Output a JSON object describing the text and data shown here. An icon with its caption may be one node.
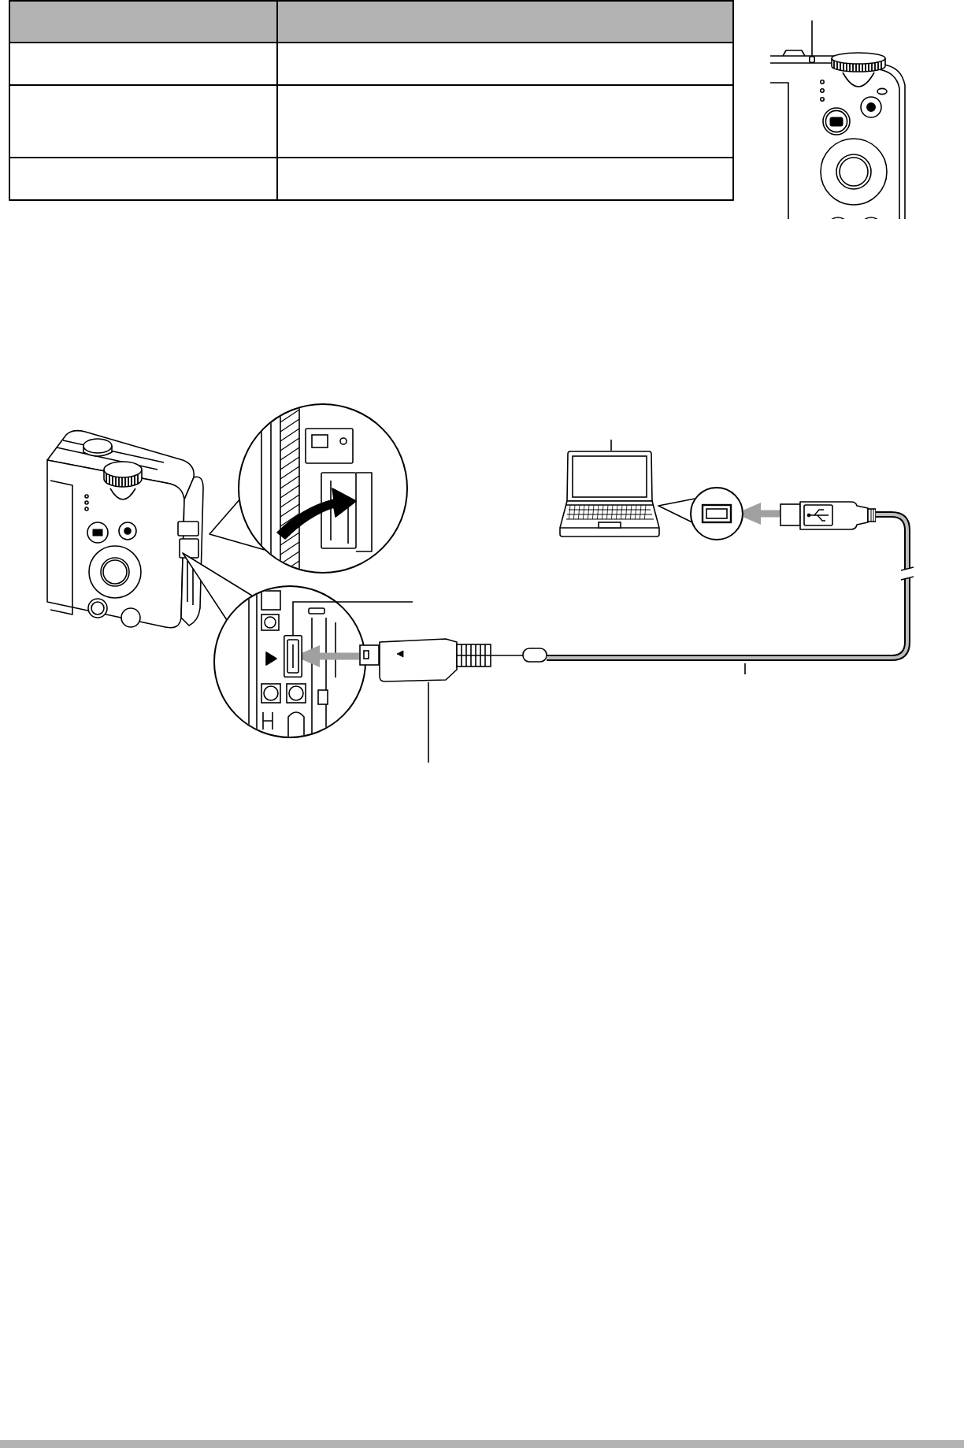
{
  "diagram": {
    "nodes": [
      {
        "text": [],
        "shape": "picture"
      },
      {
        "text": [],
        "shape": "box",
        "in": 0
      },
      {
        "text": [],
        "shape": "picture"
      },
      {
        "text": [],
        "shape": "box",
        "in": 2
      },
      {
        "text": [],
        "shape": "picture"
      },
      {
        "text": [],
        "shape": "circle"
      },
      {
        "text": [],
        "shape": "picture"
      },
      {
        "text": [],
        "shape": "picture"
      },
      {
        "text": [],
        "shape": "cable"
      }
    ],
    "edges": [
      {
        "from": null,
        "to": 1,
        "arrow": "none"
      },
      {
        "from": null,
        "to": 4,
        "arrow": "none"
      },
      {
        "from": 6,
        "to": 5,
        "arrow": "to",
        "style": "thick",
        "color": "#a0a0a0"
      },
      {
        "from": null,
        "to": 3,
        "arrow": "none"
      },
      {
        "from": 7,
        "to": 3,
        "arrow": "to",
        "style": "thick",
        "color": "#a0a0a0"
      },
      {
        "from": null,
        "to": 8,
        "arrow": "none"
      },
      {
        "from": null,
        "to": 7,
        "arrow": "none"
      }
    ]
  }
}
